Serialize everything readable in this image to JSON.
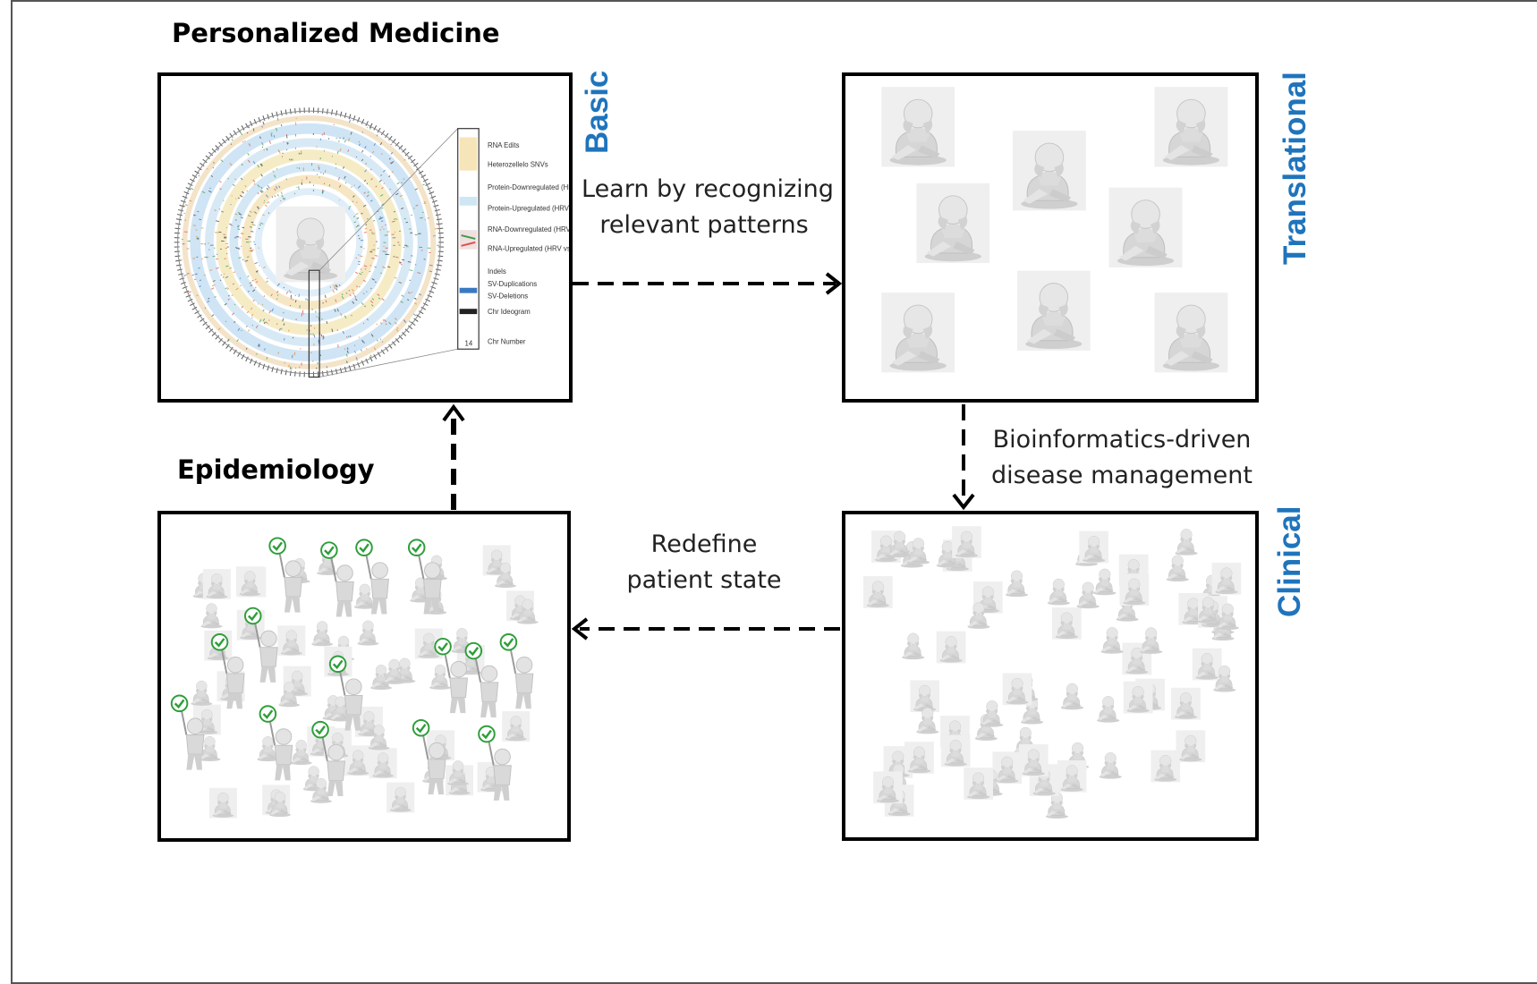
{
  "titles": {
    "personalized_medicine": "Personalized Medicine",
    "epidemiology": "Epidemiology"
  },
  "side_labels": {
    "basic": "Basic",
    "translational": "Translational",
    "clinical": "Clinical"
  },
  "captions": {
    "learn_line1": "Learn by recognizing",
    "learn_line2": "relevant patterns",
    "bio_line1": "Bioinformatics-driven",
    "bio_line2": "disease management",
    "redefine_line1": "Redefine",
    "redefine_line2": "patient state"
  },
  "circos_legend": [
    "RNA Edits",
    "Heterozellelo SNVs",
    "Protein-Downregulated (HRV vs Healthy)",
    "Protein-Upregulated (HRV vs Healthy)",
    "RNA-Downregulated (HRV vs Healthy)",
    "RNA-Upregulated (HRV vs Healthy)",
    "Indels",
    "SV-Duplications",
    "SV-Deletions",
    "Chr Ideogram",
    "Chr Number"
  ],
  "circos_chr_number": "14",
  "colors": {
    "accent_blue": "#1f74bc",
    "check_green": "#2e9e3a",
    "figure_gray": "#d9d9d9"
  },
  "icons": {
    "person": "thinking-person-icon",
    "check": "checkmark-sign-icon"
  }
}
